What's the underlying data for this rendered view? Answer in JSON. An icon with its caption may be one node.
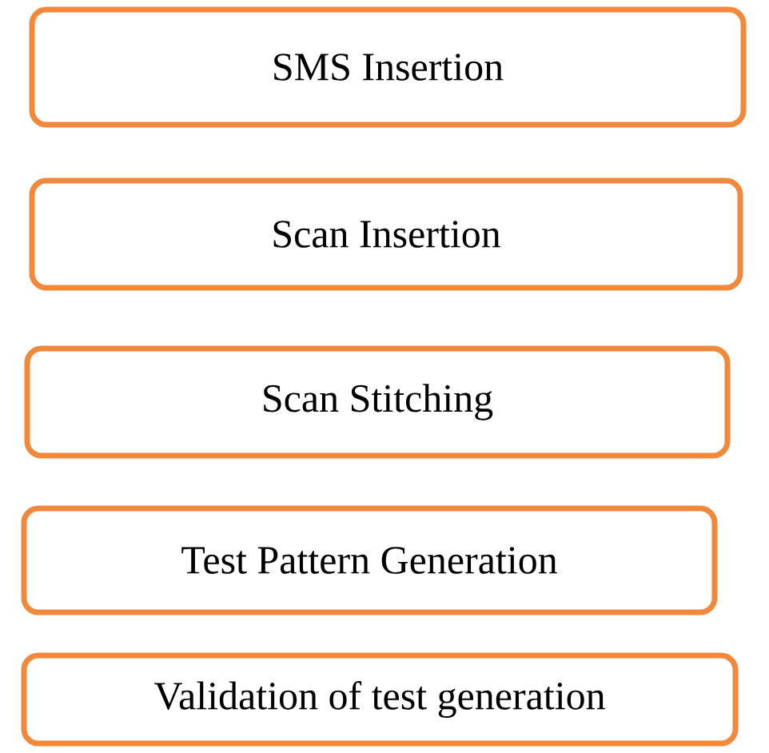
{
  "diagram": {
    "nodes": [
      {
        "text": [
          "SMS Insertion"
        ]
      },
      {
        "text": [
          "Scan Insertion"
        ]
      },
      {
        "text": [
          "Scan Stitching"
        ]
      },
      {
        "text": [
          "Test Pattern Generation"
        ]
      },
      {
        "text": [
          "Validation of test generation"
        ]
      }
    ]
  }
}
